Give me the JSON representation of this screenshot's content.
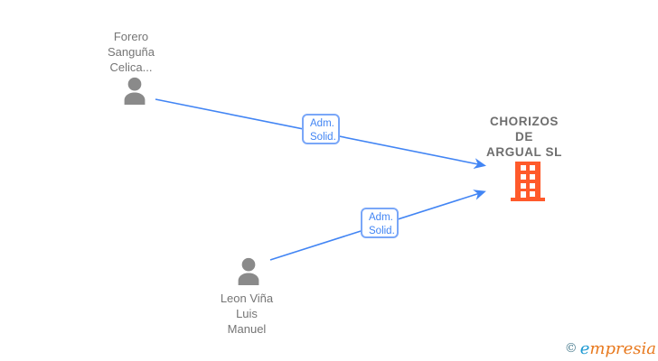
{
  "diagram": {
    "type": "corporate-relationship-graph",
    "colors": {
      "edge_blue": "#4285f4",
      "edge_label_border": "#7aa7f8",
      "person_icon_gray": "#8a8a8a",
      "person_text_gray": "#757575",
      "company_text_gray": "#6e6e6e",
      "building_orange": "#ff5a2b"
    },
    "nodes": {
      "person1": {
        "lines": [
          "Forero",
          "Sanguña",
          "Celica..."
        ]
      },
      "person2": {
        "lines": [
          "Leon Viña",
          "Luis",
          "Manuel"
        ]
      },
      "company": {
        "lines": [
          "CHORIZOS",
          "DE",
          "ARGUAL  SL"
        ],
        "full_name": "CHORIZOS DE ARGUAL SL"
      }
    },
    "edges": [
      {
        "from": "person1",
        "to": "company",
        "label_lines": [
          "Adm.",
          "Solid."
        ]
      },
      {
        "from": "person2",
        "to": "company",
        "label_lines": [
          "Adm.",
          "Solid."
        ]
      }
    ]
  },
  "watermark": {
    "copyright": "©",
    "brand_first": "e",
    "brand_rest": "mpresia"
  }
}
